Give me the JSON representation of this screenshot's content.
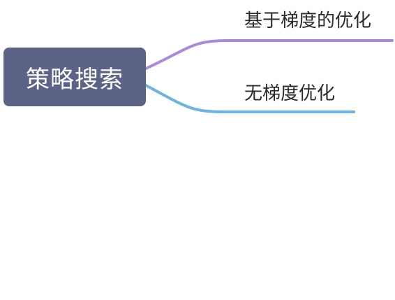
{
  "mindmap": {
    "root": {
      "label": "策略搜索",
      "color": "#5b6386",
      "text_color": "#ffffff"
    },
    "branches": [
      {
        "label": "基于梯度的优化",
        "line_color": "#a889db"
      },
      {
        "label": "无梯度优化",
        "line_color": "#6bb3e0"
      }
    ]
  }
}
